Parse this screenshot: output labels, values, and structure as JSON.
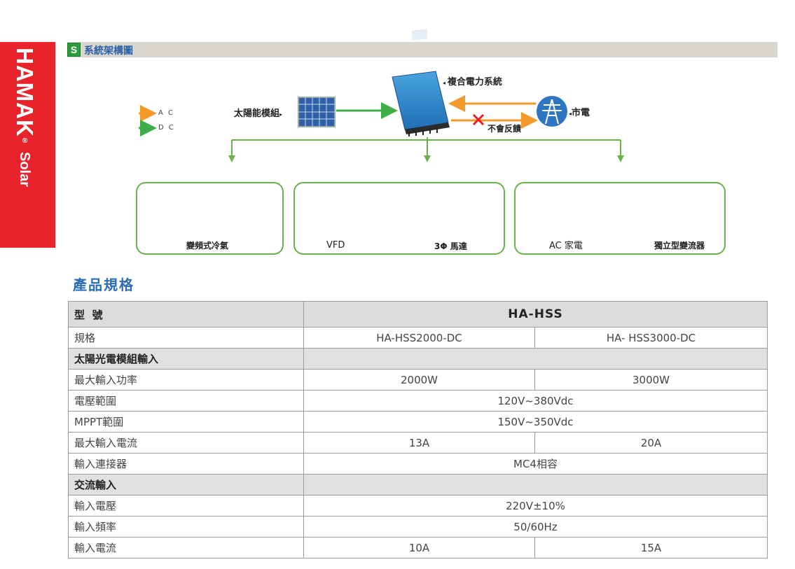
{
  "brand": {
    "name": "HAMAK",
    "reg": "®",
    "sub": "Solar",
    "color": "#e8232b"
  },
  "section": {
    "badge": "S",
    "title": "系統架構圖"
  },
  "diagram": {
    "legend": [
      {
        "label": "A C",
        "color": "#f39a2b"
      },
      {
        "label": "D C",
        "color": "#3fae49"
      }
    ],
    "labels": {
      "solar": "太陽能模組",
      "hybrid": "複合電力系統",
      "grid": "市電",
      "no_feedback": "不會反饋"
    },
    "loads": [
      {
        "label": "變頻式冷氣"
      },
      {
        "label": "VFD"
      },
      {
        "label": "3Φ 馬達"
      },
      {
        "label": "AC 家電"
      },
      {
        "label": "獨立型變流器"
      }
    ],
    "plus": "+",
    "colors": {
      "ac": "#f39a2b",
      "dc": "#3fae49",
      "box_border": "#6ab04c",
      "cross": "#e31e24"
    }
  },
  "spec_heading": "產品規格",
  "table": {
    "header": {
      "label": "型  號",
      "model": "HA-HSS"
    },
    "rows": [
      {
        "type": "split",
        "label": "規格",
        "a": "HA-HSS2000-DC",
        "b": "HA- HSS3000-DC"
      },
      {
        "type": "group",
        "label": "太陽光電模組輸入"
      },
      {
        "type": "split",
        "label": "最大輸入功率",
        "a": "2000W",
        "b": "3000W"
      },
      {
        "type": "merged",
        "label": "電壓範圍",
        "v": "120V~380Vdc"
      },
      {
        "type": "merged",
        "label": "MPPT範圍",
        "v": "150V~350Vdc"
      },
      {
        "type": "split",
        "label": "最大輸入電流",
        "a": "13A",
        "b": "20A"
      },
      {
        "type": "merged",
        "label": "輸入連接器",
        "v": "MC4相容"
      },
      {
        "type": "group",
        "label": "交流輸入"
      },
      {
        "type": "merged",
        "label": "輸入電壓",
        "v": "220V±10%"
      },
      {
        "type": "merged",
        "label": "輸入頻率",
        "v": "50/60Hz"
      },
      {
        "type": "split",
        "label": "輸入電流",
        "a": "10A",
        "b": "15A"
      }
    ]
  }
}
